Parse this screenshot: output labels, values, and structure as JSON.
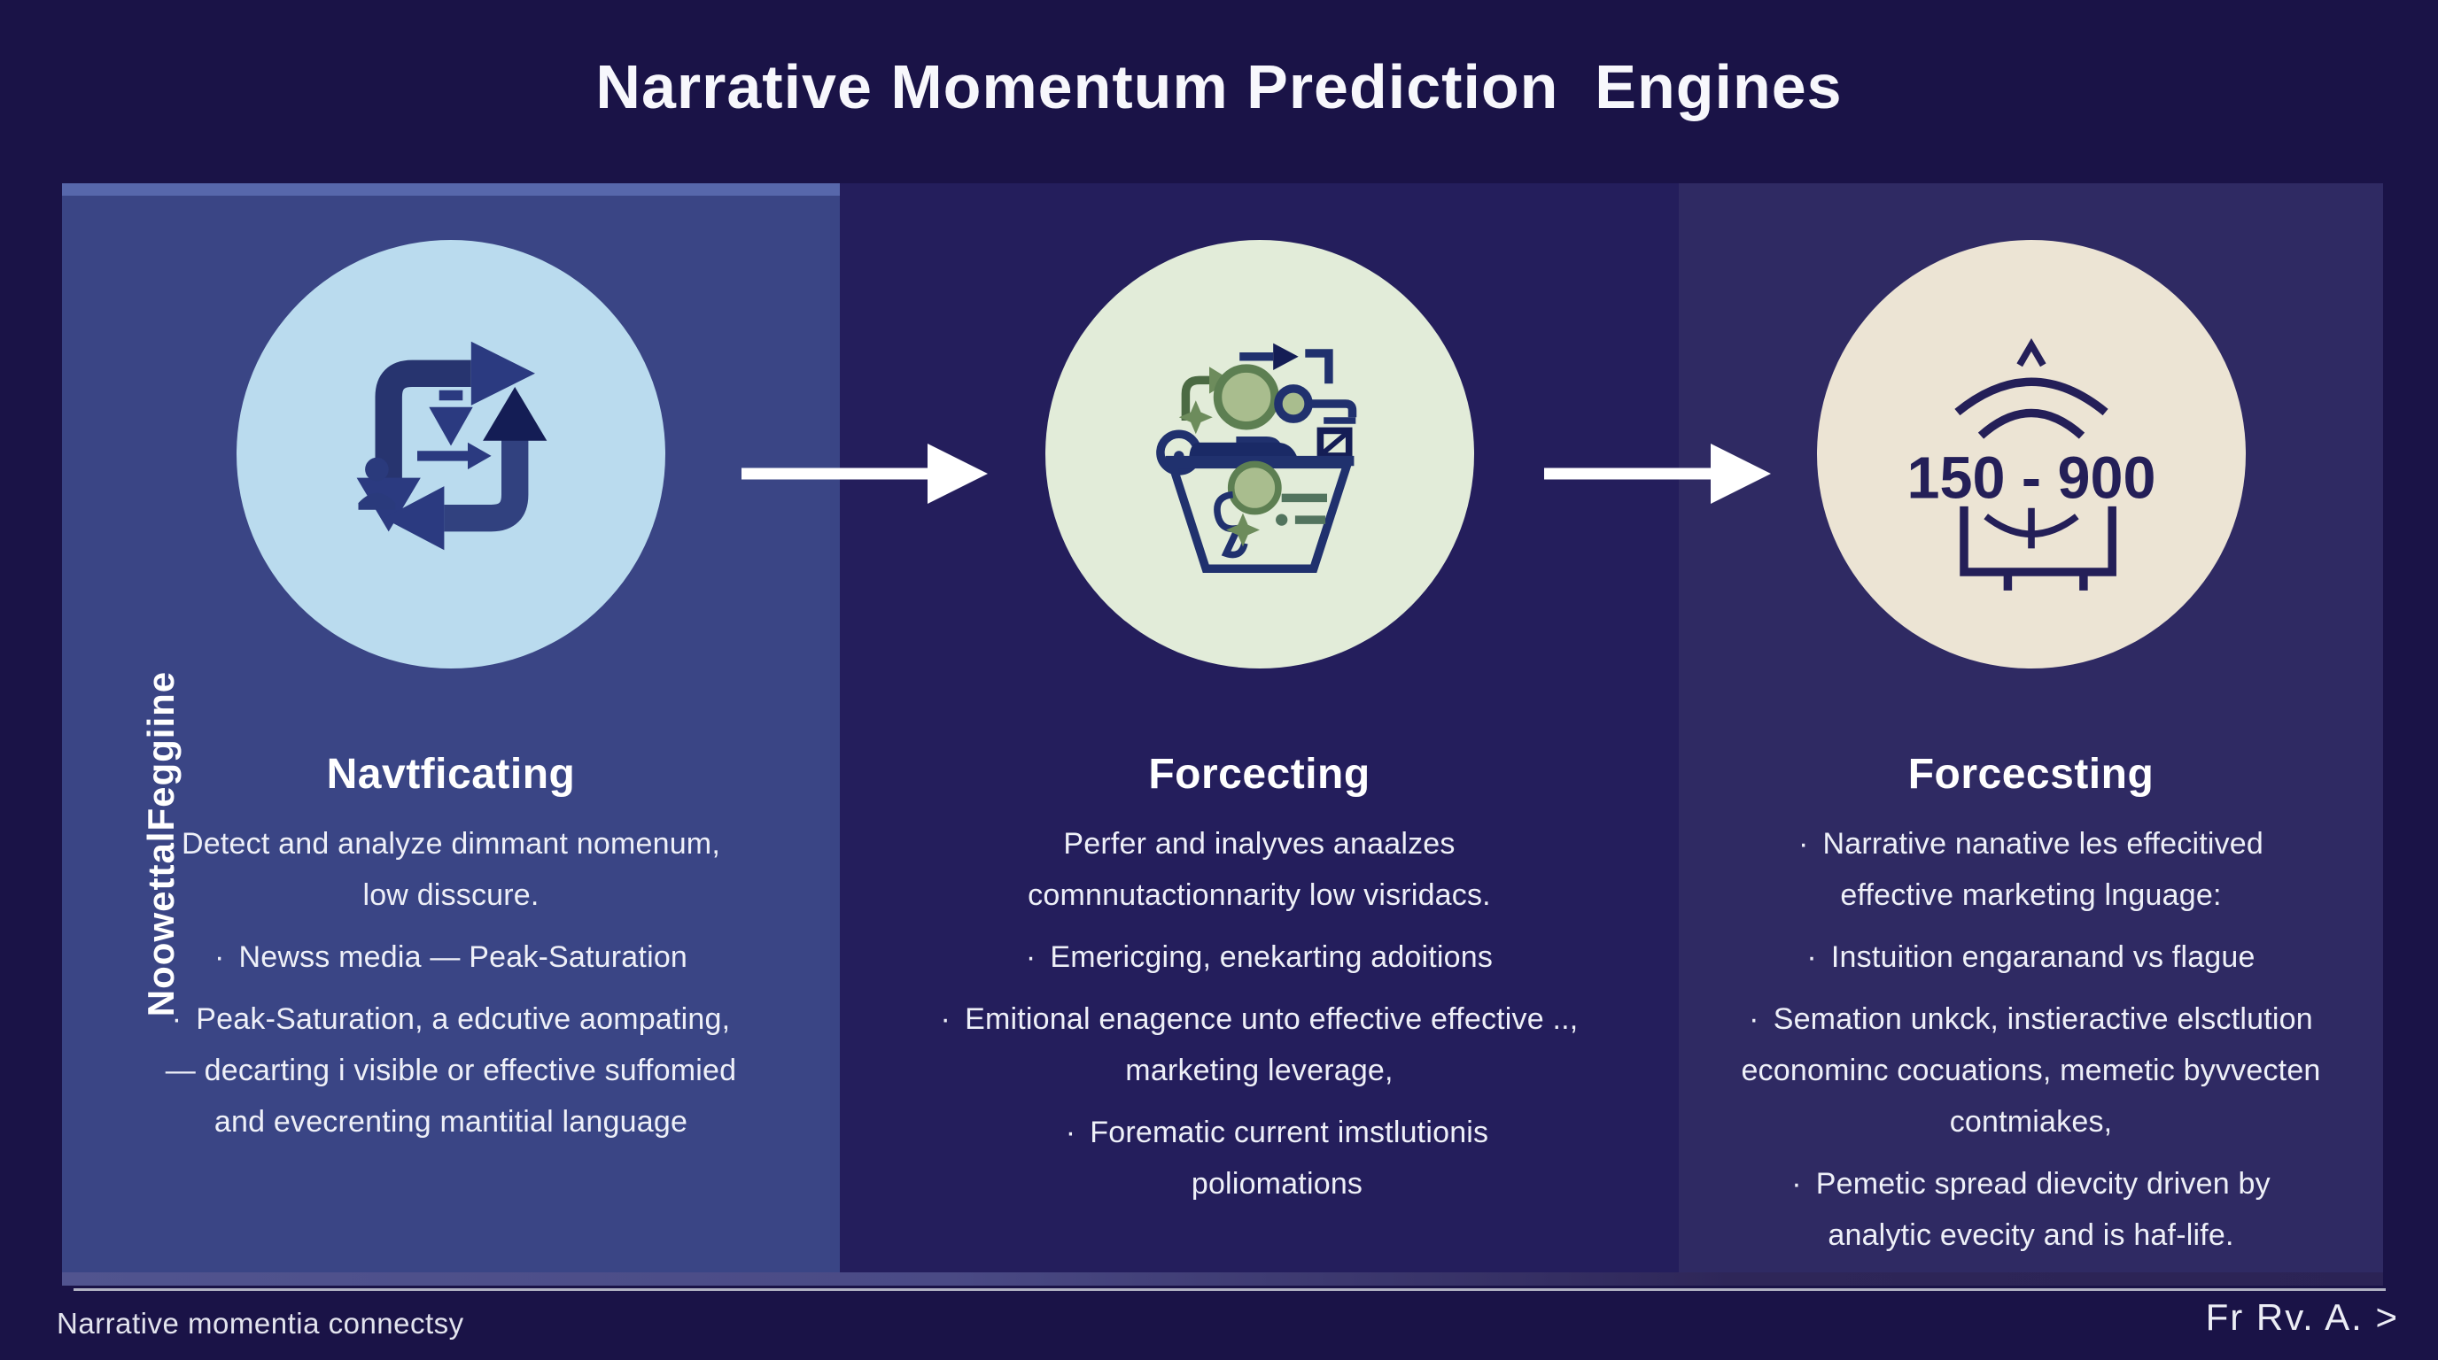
{
  "title": "Narrative Momentum Prediction  Engines",
  "side_label": "NoowettalFeggiine",
  "bullet_char": "·",
  "colors": {
    "background": "#1a1347",
    "panel1": "#3a4585",
    "panel2": "#241e5c",
    "panel3": "#2f2a63",
    "circle1": "#badbee",
    "circle2": "#e2ecd9",
    "circle3": "#ece4d4",
    "icon_navy": "#20316e",
    "icon_dark_navy": "#141d55",
    "icon_green": "#7d9a66",
    "flow_arrow": "#ffffff",
    "footer_line": "#b0b1c2"
  },
  "columns": [
    {
      "icon": "cycle-arrows-icon",
      "heading": "Navtficating",
      "paragraph": "Detect and analyze dimmant nomenum, low disscure.",
      "bullets": [
        "Newss media — Peak-Saturation",
        "Peak-Saturation, a edcutive aompating, — decarting i visible or effective suffomied and evecrenting mantitial language"
      ]
    },
    {
      "icon": "analysis-basket-icon",
      "heading": "Forcecting",
      "paragraph": "Perfer and inalyves anaalzes comnnutactionnarity low visridacs.",
      "bullets": [
        "Emericging, enekarting adoitions",
        "Emitional enagence unto effective effective .., marketing leverage,",
        "Forematic current imstlutionis poliomations"
      ]
    },
    {
      "icon": "range-gauge-icon",
      "icon_value": "150 - 900",
      "heading": "Forcecsting",
      "bullets": [
        "Narrative nanative les effecitived effective marketing lnguage:",
        "Instuition engaranand vs flague",
        "Semation unkck, instieractive elsctlution econominc cocuations, memetic byvvecten contmiakes,",
        "Pemetic spread dievcity driven by analytic evecity and is haf-life."
      ]
    }
  ],
  "footer": {
    "left": "Narrative momentia connectsy",
    "right": "Fr Rv. A. >"
  }
}
